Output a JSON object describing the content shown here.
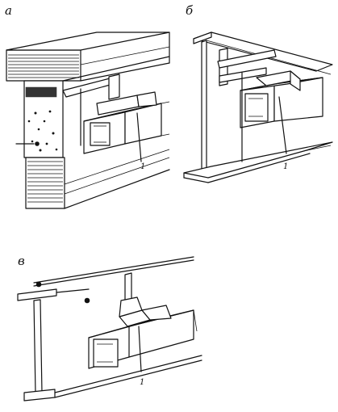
{
  "panels": {
    "a": {
      "label": "a",
      "part_number": "1"
    },
    "b": {
      "label": "б",
      "part_number": "1"
    },
    "v": {
      "label": "в",
      "part_number": "1"
    }
  }
}
